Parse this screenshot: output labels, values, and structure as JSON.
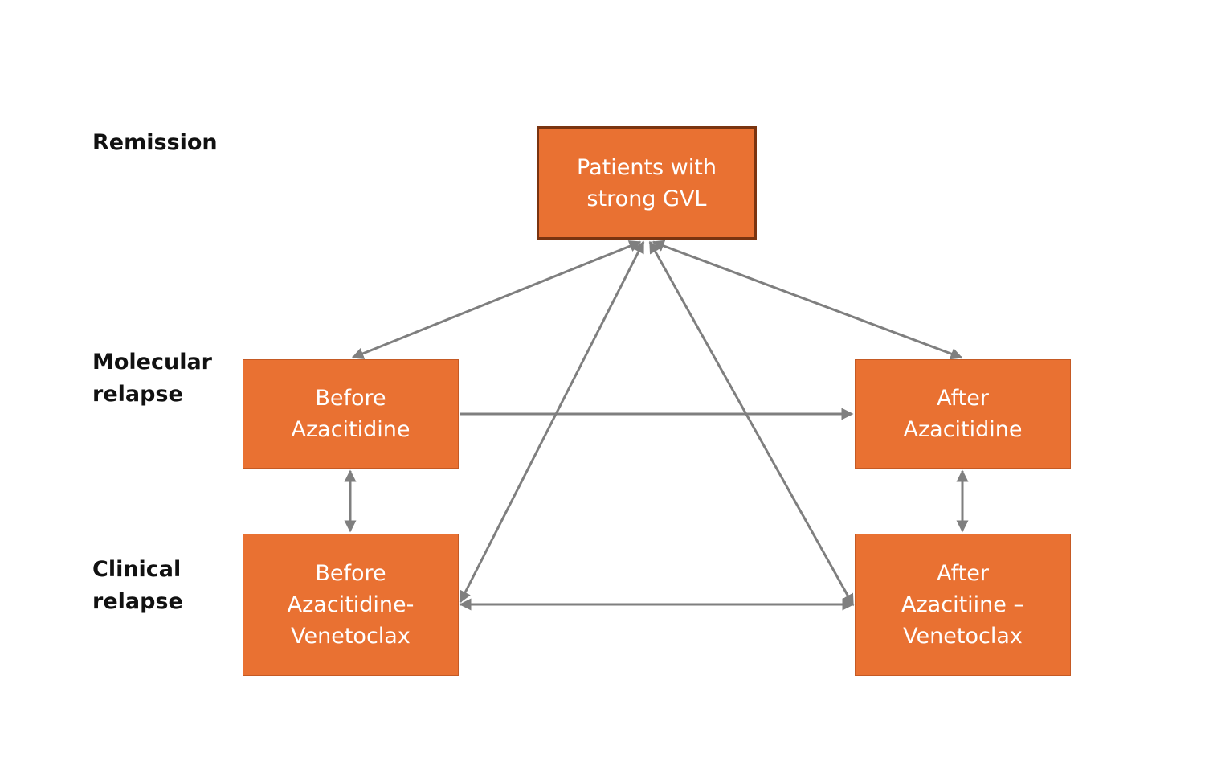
{
  "row_labels": {
    "remission": "Remission",
    "molecular_relapse": "Molecular\nrelapse",
    "clinical_relapse": "Clinical\nrelapse"
  },
  "nodes": {
    "patients_strong_gvl": "Patients with\nstrong GVL",
    "before_azacitidine": "Before\nAzacitidine",
    "after_azacitidine": "After\nAzacitidine",
    "before_aza_ven": "Before\nAzacitidine-\nVenetoclax",
    "after_aza_ven": "After\nAzacitiine –\nVenetoclax"
  },
  "colors": {
    "node_fill": "#E97132",
    "node_border": "#C55A24",
    "top_node_border": "#7A3410",
    "arrow": "#7F7F7F"
  }
}
